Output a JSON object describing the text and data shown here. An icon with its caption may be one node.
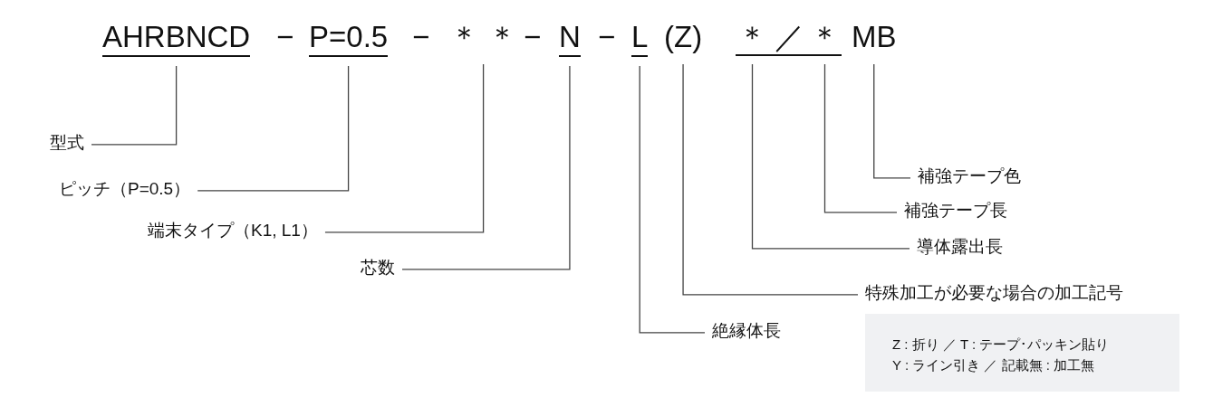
{
  "diagram": {
    "nodes": [
      {
        "text": [
          "AHRBNCD"
        ]
      },
      {
        "text": [
          "P=0.5"
        ]
      },
      {
        "text": [
          "＊ ＊"
        ]
      },
      {
        "text": [
          "N"
        ]
      },
      {
        "text": [
          "L"
        ]
      },
      {
        "text": [
          "(Z)"
        ]
      },
      {
        "text": [
          "＊"
        ]
      },
      {
        "text": [
          "＊"
        ]
      },
      {
        "text": [
          "MB"
        ]
      },
      {
        "text": [
          "型式"
        ]
      },
      {
        "text": [
          "補強テープ色"
        ]
      },
      {
        "text": [
          "ピッチ（P=0.5）"
        ]
      },
      {
        "text": [
          "補強テープ長"
        ]
      },
      {
        "text": [
          "端末タイプ（K1, L1）"
        ]
      },
      {
        "text": [
          "導体露出長"
        ]
      },
      {
        "text": [
          "芯数"
        ]
      },
      {
        "text": [
          "特殊加工が必要な場合の加工記号"
        ]
      },
      {
        "text": [
          "Z : 折り ／ T : テープ･パッキン貼り",
          "Y : ライン引き ／ 記載無 : 加工無"
        ]
      },
      {
        "text": [
          "絶縁体長"
        ]
      }
    ],
    "edges": [
      {
        "from": 9,
        "to": 0,
        "arrow": "none"
      },
      {
        "from": 11,
        "to": 1,
        "arrow": "none"
      },
      {
        "from": 13,
        "to": 2,
        "arrow": "none"
      },
      {
        "from": 15,
        "to": 3,
        "arrow": "none"
      },
      {
        "from": 18,
        "to": 4,
        "arrow": "none"
      },
      {
        "from": 16,
        "to": 5,
        "arrow": "none"
      },
      {
        "from": 14,
        "to": 6,
        "arrow": "none"
      },
      {
        "from": 12,
        "to": 7,
        "arrow": "none"
      },
      {
        "from": 10,
        "to": 8,
        "arrow": "none"
      }
    ],
    "labels": [
      "−",
      "−",
      "−",
      "−",
      "／"
    ]
  }
}
